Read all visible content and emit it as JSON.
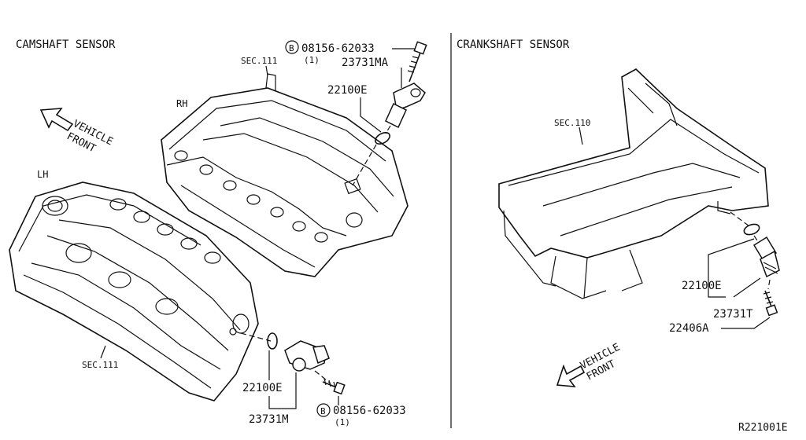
{
  "left_panel": {
    "title": "CAMSHAFT SENSOR",
    "rh_label": "RH",
    "lh_label": "LH",
    "sec_top": "SEC.111",
    "sec_bottom": "SEC.111",
    "vehicle_front_line1": "VEHICLE",
    "vehicle_front_line2": "FRONT",
    "bolt_top": {
      "badge": "B",
      "part": "08156-62033",
      "qty": "(1)"
    },
    "part_top_bracket": "23731MA",
    "part_top_oring": "22100E",
    "part_bottom_oring": "22100E",
    "part_bottom_bracket": "23731M",
    "bolt_bottom": {
      "badge": "B",
      "part": "08156-62033",
      "qty": "(1)"
    }
  },
  "right_panel": {
    "title": "CRANKSHAFT SENSOR",
    "sec": "SEC.110",
    "part_oring": "22100E",
    "part_sensor": "23731T",
    "part_bolt": "22406A",
    "vehicle_front_line1": "VEHICLE",
    "vehicle_front_line2": "FRONT"
  },
  "diagram_code": "R221001E"
}
